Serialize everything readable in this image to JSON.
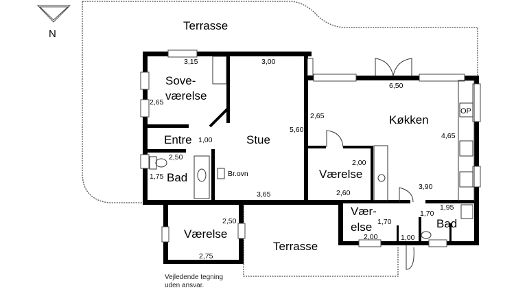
{
  "compass": {
    "label": "N",
    "icon": "north-arrow-icon"
  },
  "rooms": {
    "terrasse_top": "Terrasse",
    "sovevaerelse_1": "Sove-",
    "sovevaerelse_2": "værelse",
    "entre": "Entre",
    "stue": "Stue",
    "bad_left": "Bad",
    "br_ovn": "Br.ovn",
    "koekken": "Køkken",
    "vaerelse_mid": "Værelse",
    "vaer_1": "Vær-",
    "vaer_2": "else",
    "bad_right": "Bad",
    "vaerelse_bottom": "Værelse",
    "terrasse_bottom": "Terrasse",
    "op": "OP"
  },
  "dimensions": {
    "sove_width": "3,15",
    "sove_height": "2,65",
    "stue_width_top": "3,00",
    "stue_height": "5,60",
    "stue_width_bottom": "3,65",
    "entre_width": "1,00",
    "bad_left_width": "2,50",
    "bad_left_height": "1,75",
    "koekken_width": "6,50",
    "koekken_left_height": "2,65",
    "koekken_right_height": "4,65",
    "koekken_bottom": "3,90",
    "vaerelse_mid_height": "2,00",
    "vaerelse_mid_width": "2,60",
    "vaer_height": "1,70",
    "vaer_width": "2,00",
    "hall_width": "1,00",
    "bad_right_height": "1,70",
    "bad_right_width": "1,95",
    "vaerelse_bottom_height": "2,50",
    "vaerelse_bottom_width": "2,75"
  },
  "note": {
    "line1": "Vejledende tegning",
    "line2": "uden ansvar."
  }
}
